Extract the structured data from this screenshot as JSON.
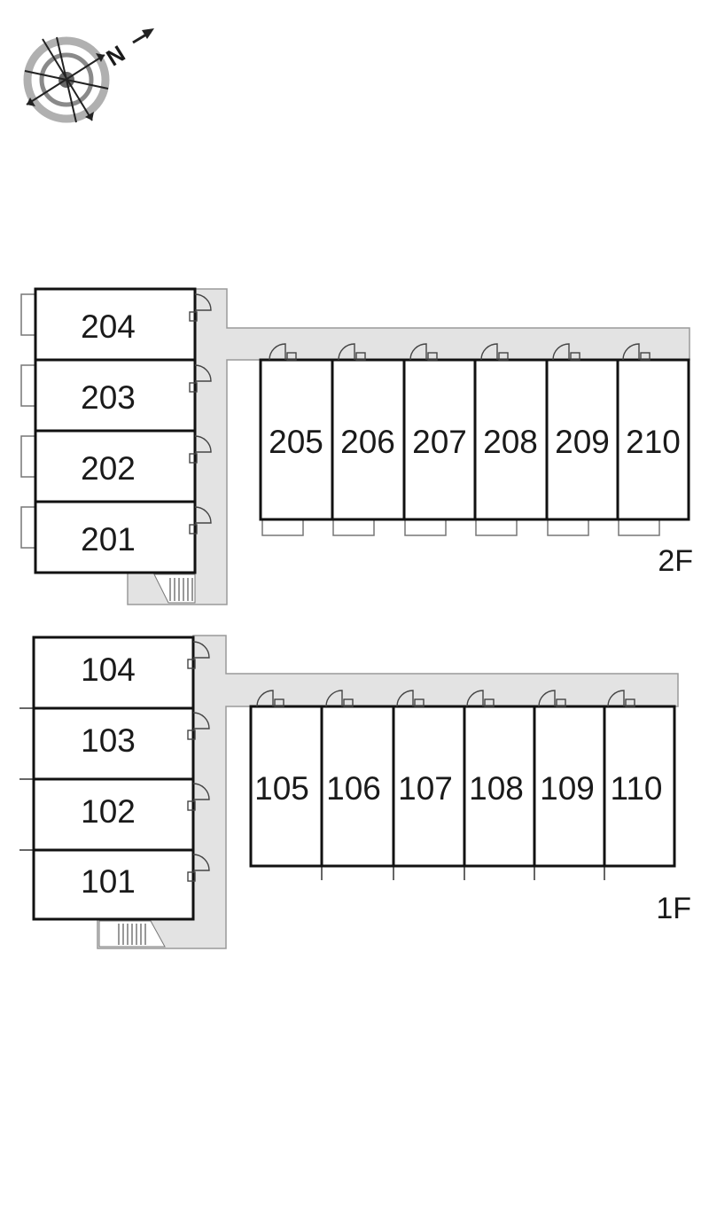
{
  "compass": {
    "north_label": "N"
  },
  "floors": [
    {
      "label": "2F",
      "west_units": [
        "204",
        "203",
        "202",
        "201"
      ],
      "east_units": [
        "205",
        "206",
        "207",
        "208",
        "209",
        "210"
      ]
    },
    {
      "label": "1F",
      "west_units": [
        "104",
        "103",
        "102",
        "101"
      ],
      "east_units": [
        "105",
        "106",
        "107",
        "108",
        "109",
        "110"
      ]
    }
  ]
}
